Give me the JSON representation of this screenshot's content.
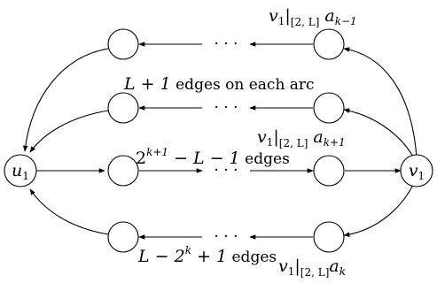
{
  "nodes": {
    "left": {
      "base": "u",
      "sub": "1"
    },
    "right": {
      "base": "v",
      "sub": "1"
    }
  },
  "dots": "· · ·",
  "labels": {
    "top_right": {
      "v": "v",
      "v_sub": "1",
      "bar": "|",
      "range": "[2, L]",
      "a": "a",
      "a_sub": "k−1"
    },
    "top_arc": {
      "expr": "L + 1",
      "text": " edges on each arc"
    },
    "upper_right": {
      "v": "v",
      "v_sub": "1",
      "bar": "|",
      "range": "[2, L]",
      "a": "a",
      "a_sub": "k+1"
    },
    "middle": {
      "base": "2",
      "sup": "k+1",
      "rest": " − L − 1",
      "text": " edges"
    },
    "bottom": {
      "pre": "L − 2",
      "sup": "k",
      "rest": " + 1",
      "text": " edges"
    },
    "bottom_right": {
      "v": "v",
      "v_sub": "1",
      "bar": "|",
      "range": "[2, L]",
      "a": "a",
      "a_sub": "k"
    }
  }
}
